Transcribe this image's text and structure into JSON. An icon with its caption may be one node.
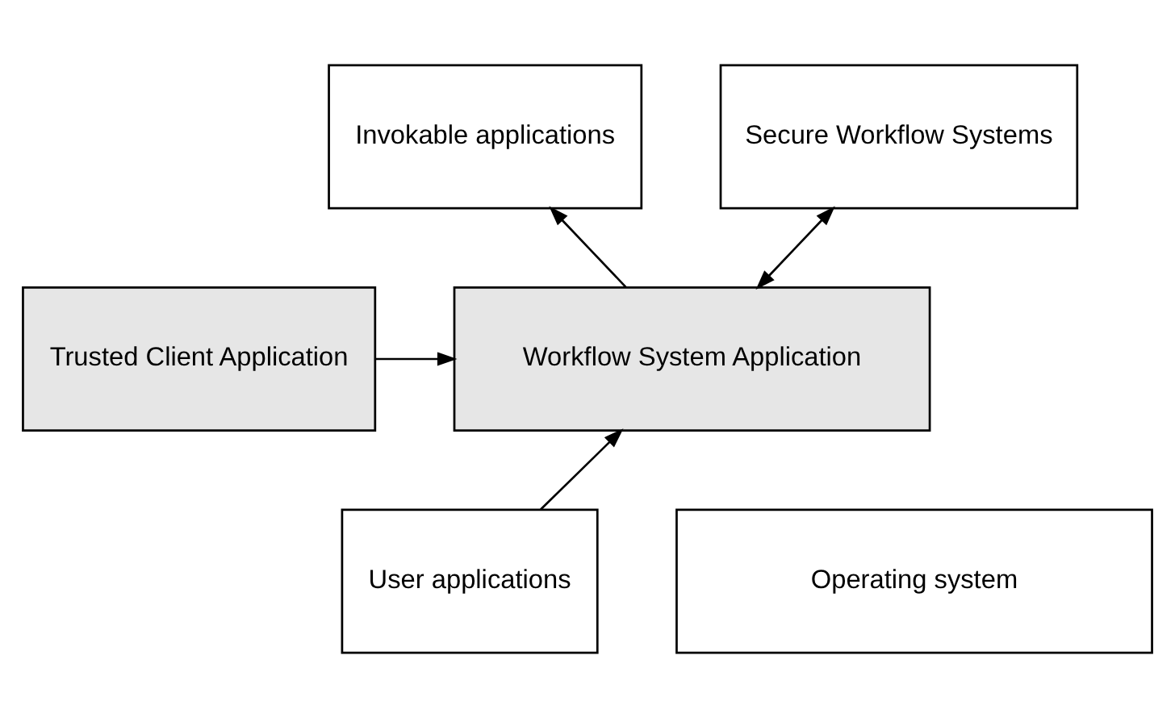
{
  "diagram": {
    "nodes": [
      {
        "text": [
          "Invokable applications"
        ]
      },
      {
        "text": [
          "Secure Workflow Systems"
        ]
      },
      {
        "text": [
          "Trusted Client Application"
        ]
      },
      {
        "text": [
          "Workflow System Application"
        ]
      },
      {
        "text": [
          "User applications"
        ]
      },
      {
        "text": [
          "Operating system"
        ]
      }
    ],
    "edges": [
      {
        "from": 3,
        "to": 0,
        "arrow": "to"
      },
      {
        "from": 3,
        "to": 1,
        "arrow": "both"
      },
      {
        "from": 2,
        "to": 3,
        "arrow": "to"
      },
      {
        "from": 4,
        "to": 3,
        "arrow": "to"
      }
    ]
  }
}
